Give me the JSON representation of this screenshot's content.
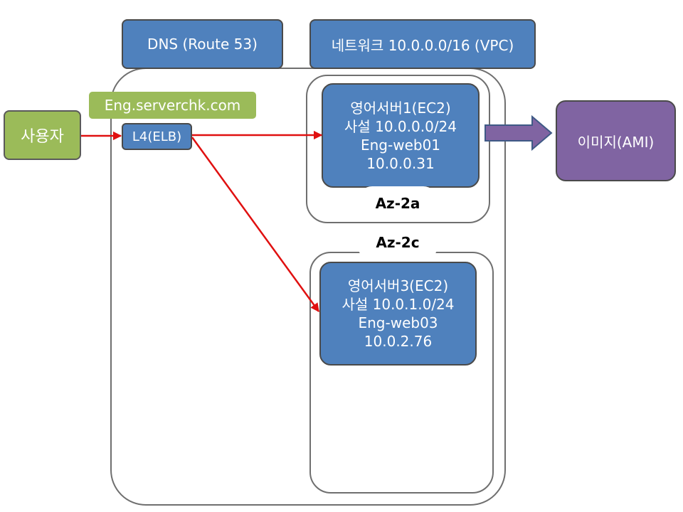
{
  "dns_label": "DNS (Route 53)",
  "vpc_label": "네트워크 10.0.0.0/16 (VPC)",
  "domain_label": "Eng.serverchk.com",
  "user_label": "사용자",
  "elb_label": "L4(ELB)",
  "server1": {
    "line1": "영어서버1(EC2)",
    "line2": "사설 10.0.0.0/24",
    "line3": "Eng-web01",
    "line4": "10.0.0.31"
  },
  "server3": {
    "line1": "영어서버3(EC2)",
    "line2": "사설 10.0.1.0/24",
    "line3": "Eng-web03",
    "line4": "10.0.2.76"
  },
  "az_a_label": "Az-2a",
  "az_c_label": "Az-2c",
  "ami_label": "이미지(AMI)",
  "colors": {
    "blue": "#4f81bd",
    "green": "#9bbb59",
    "purple": "#8064a2",
    "arrow_red": "#e01010",
    "frame": "#6f6f6f"
  }
}
